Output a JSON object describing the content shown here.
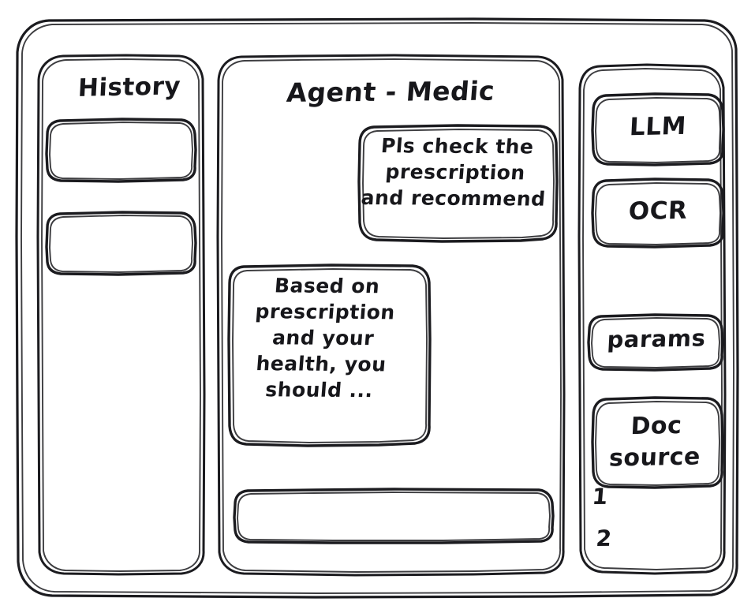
{
  "window": {
    "name": "agent-medic-wireframe"
  },
  "sidebar": {
    "title": "History",
    "items": [
      {
        "label": ""
      },
      {
        "label": ""
      }
    ]
  },
  "main": {
    "title": "Agent - Medic",
    "messages": [
      {
        "role": "user",
        "text": "Pls check the\nprescription\nand recommend"
      },
      {
        "role": "assistant",
        "text": "Based on\nprescription\nand your\nhealth, you\nshould ..."
      }
    ],
    "composer": {
      "value": "",
      "placeholder": ""
    }
  },
  "tools": {
    "items": [
      {
        "label": "LLM"
      },
      {
        "label": "OCR"
      },
      {
        "label": "params"
      },
      {
        "label": "Doc\nsource"
      }
    ],
    "doc_sources": [
      {
        "label": "1"
      },
      {
        "label": "2"
      }
    ]
  },
  "colors": {
    "ink": "#1b1b1f",
    "paper": "#ffffff"
  }
}
